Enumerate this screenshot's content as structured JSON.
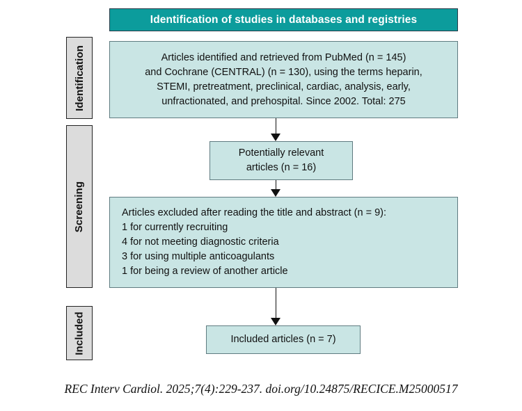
{
  "figure": {
    "type": "prisma-flow-diagram",
    "header": {
      "title": "Identification of studies in databases and registries",
      "background_color": "#0c9c9c",
      "text_color": "#ffffff"
    },
    "phases": [
      {
        "id": "identification",
        "label": "Identification"
      },
      {
        "id": "screening",
        "label": "Screening"
      },
      {
        "id": "included",
        "label": "Included"
      }
    ],
    "boxes": {
      "identified": {
        "name": "records-identified-box",
        "lines": [
          "Articles identified and retrieved from PubMed (n = 145)",
          "and Cochrane (CENTRAL) (n = 130), using the terms heparin,",
          "STEMI, pretreatment, preclinical, cardiac, analysis, early,",
          "unfractionated, and prehospital. Since 2002. Total: 275"
        ]
      },
      "potential": {
        "name": "potentially-relevant-box",
        "lines": [
          "Potentially relevant",
          "articles (n = 16)"
        ]
      },
      "excluded": {
        "name": "articles-excluded-box",
        "lines": [
          "Articles excluded after reading the title and abstract (n = 9):",
          "1 for currently recruiting",
          "4 for not meeting diagnostic criteria",
          "3 for using multiple anticoagulants",
          "1 for being a review of another article"
        ]
      },
      "included": {
        "name": "included-articles-box",
        "lines": [
          "Included articles (n = 7)"
        ]
      }
    },
    "counts": {
      "pubmed": 145,
      "cochrane_central": 130,
      "total_retrieved": 275,
      "potentially_relevant": 16,
      "excluded_total": 9,
      "excluded_currently_recruiting": 1,
      "excluded_not_meeting_diagnostic_criteria": 4,
      "excluded_multiple_anticoagulants": 3,
      "excluded_review_of_another_article": 1,
      "included": 7,
      "since_year": 2002
    },
    "colors": {
      "banner": "#0c9c9c",
      "box_fill": "#c9e5e4",
      "box_border": "#5f7b80",
      "phase_fill": "#dcdcdc",
      "phase_border": "#222222",
      "arrow": "#111111"
    },
    "citation": "REC Interv Cardiol. 2025;7(4):229-237. doi.org/10.24875/RECICE.M25000517"
  }
}
